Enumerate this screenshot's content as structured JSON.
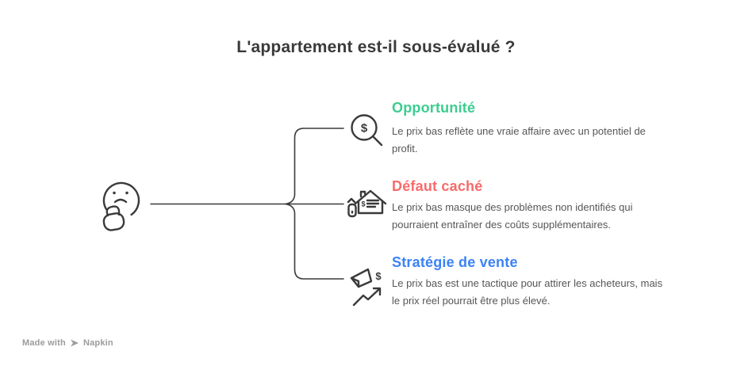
{
  "title": "L'appartement est-il sous-évalué ?",
  "colors": {
    "opportunity_green": "#3BCE8E",
    "defect_red": "#F96A6A",
    "strategy_blue": "#3C82F6",
    "line_dark": "#3a3a3a",
    "body_gray": "#565656",
    "footer_gray": "#9b9b9b"
  },
  "center_icon": "thinking-face-icon",
  "sections": [
    {
      "heading": "Opportunité",
      "color": "#3BCE8E",
      "icon": "dollar-magnifier-icon",
      "body": "Le prix bas reflète une vraie affaire avec un potentiel de\nprofit."
    },
    {
      "heading": "Défaut caché",
      "color": "#F96A6A",
      "icon": "house-inspection-icon",
      "body": "Le prix bas masque des problèmes non identifiés qui\npourraient entraîner des coûts supplémentaires."
    },
    {
      "heading": "Stratégie de vente",
      "color": "#3C82F6",
      "icon": "megaphone-price-icon",
      "body": "Le prix bas est une tactique pour attirer les acheteurs, mais\nle prix réel pourrait être plus élevé."
    }
  ],
  "footer": {
    "prefix": "Made with",
    "brand": "Napkin"
  }
}
